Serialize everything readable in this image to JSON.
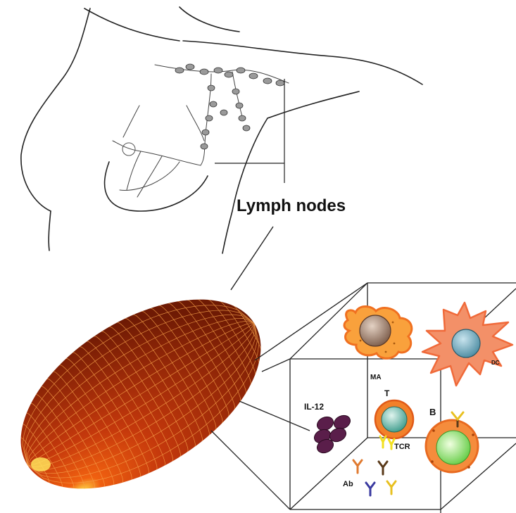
{
  "figure": {
    "title": "Lymph nodes",
    "cells": {
      "macrophage": "MA",
      "dendritic": "DC",
      "t_cell": "T",
      "b_cell": "B",
      "cytokine": "IL-12",
      "receptor": "TCR",
      "antibody": "Ab"
    }
  },
  "colors": {
    "node_dark": "#7a1e05",
    "node_mid": "#c4380c",
    "node_hot": "#ffd23a",
    "macrophage": "#f9a13c",
    "dendritic": "#f39068",
    "t_cell": "#f2802a",
    "b_cell": "#f58c3c",
    "il12": "#5a1e4a"
  }
}
